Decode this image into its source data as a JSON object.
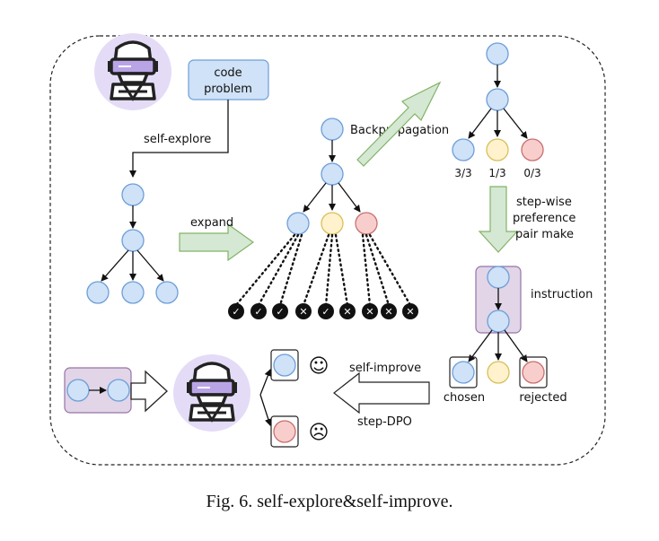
{
  "labels": {
    "code_problem_line1": "code",
    "code_problem_line2": "problem",
    "self_explore": "self-explore",
    "expand": "expand",
    "backpropagation": "Backpropagation",
    "score_1": "3/3",
    "score_2": "1/3",
    "score_3": "0/3",
    "stepwise_line1": "step-wise",
    "stepwise_line2": "preference",
    "stepwise_line3": "pair make",
    "instruction": "instruction",
    "chosen": "chosen",
    "rejected": "rejected",
    "self_improve": "self-improve",
    "step_dpo": "step-DPO",
    "happy_face": "☺",
    "sad_face": "☹"
  },
  "rollout_results": [
    "✓",
    "✓",
    "✓",
    "✕",
    "✓",
    "✕",
    "✕",
    "✕",
    "✕"
  ],
  "colors": {
    "blue_node_fill": "#cfe2f7",
    "blue_node_stroke": "#6d9ed8",
    "yellow_node_fill": "#fff2cc",
    "yellow_node_stroke": "#d8bf5c",
    "red_node_fill": "#f8cecc",
    "red_node_stroke": "#c96f6f",
    "purple_fill": "#e1d5e7",
    "purple_stroke": "#9673a6",
    "green_arrow_fill": "#d5e8d4",
    "green_arrow_stroke": "#82b366",
    "robot_bg": "#e4dcf7"
  },
  "caption": "Fig. 6.   self-explore&self-improve."
}
